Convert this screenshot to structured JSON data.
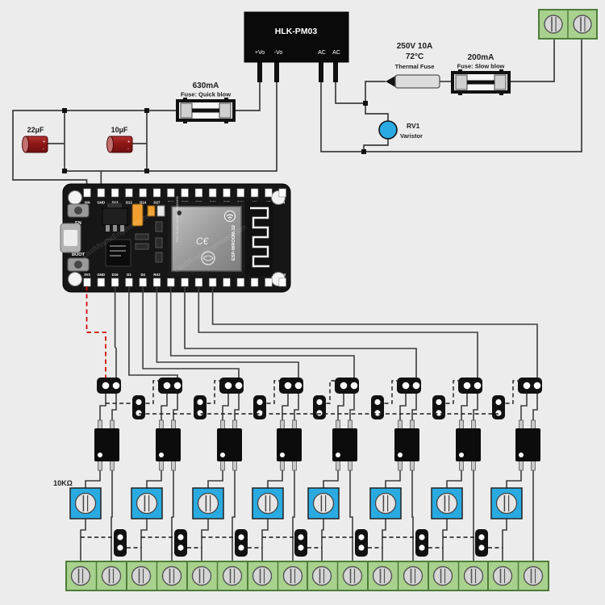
{
  "power_module": {
    "label": "HLK-PM03",
    "pin_labels": [
      "+Vo",
      "-Vo",
      "AC",
      "AC"
    ]
  },
  "fuses": {
    "quick": {
      "rating": "630mA",
      "type": "Fuse: Quick blow"
    },
    "slow": {
      "rating": "200mA",
      "type": "Fuse: Slow blow"
    },
    "thermal": {
      "rating": "250V 10A",
      "temp": "72°C",
      "type": "Thermal Fuse"
    }
  },
  "capacitors": {
    "c1": "22µF",
    "c2": "10µF"
  },
  "varistor": {
    "ref": "RV1",
    "type": "Varistor"
  },
  "potentiometers": {
    "value": "10KΩ",
    "count": 8
  },
  "esp32": {
    "module": "ESP-WROOM-32",
    "watermark": "LastMinuteEngineers.com",
    "buttons": {
      "en": "EN",
      "boot": "BOOT"
    },
    "top_pins": [
      "VIN",
      "GND",
      "D13",
      "D12",
      "D14",
      "D27",
      "D26",
      "D25",
      "D33",
      "D32",
      "D35",
      "D34",
      "VN",
      "VP",
      "EN"
    ],
    "bottom_pins": [
      "3V3",
      "GND",
      "D15",
      "D2",
      "D4",
      "RX2",
      "TX2",
      "D5",
      "D18",
      "D19",
      "D21",
      "RX0",
      "TX0",
      "D22",
      "D23"
    ]
  },
  "channels": {
    "count": 8
  },
  "colors": {
    "wire": "#3d3d3d",
    "red_wire": "#cf0000",
    "pot_blue": "#29abe2",
    "terminal_green": "#a9d18e",
    "varistor_blue": "#29abe2",
    "cap_red": "#9e1b1b"
  }
}
